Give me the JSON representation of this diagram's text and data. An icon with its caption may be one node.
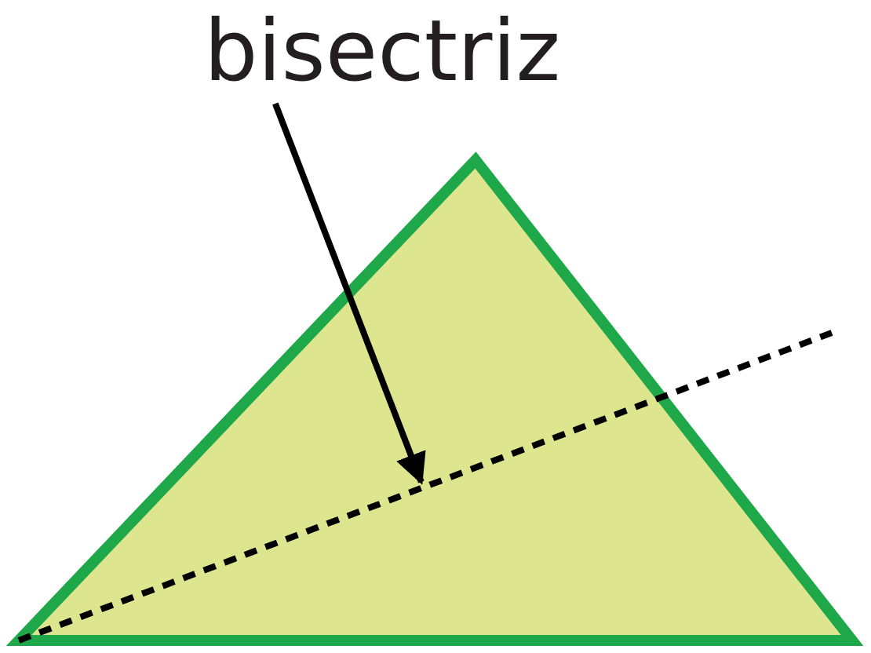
{
  "diagram": {
    "nodes": [
      {
        "text": [
          "bisectriz"
        ]
      },
      {
        "text": [],
        "shape": "line"
      }
    ],
    "edges": [
      {
        "from": 0,
        "to": 1,
        "arrow": "to"
      }
    ]
  }
}
